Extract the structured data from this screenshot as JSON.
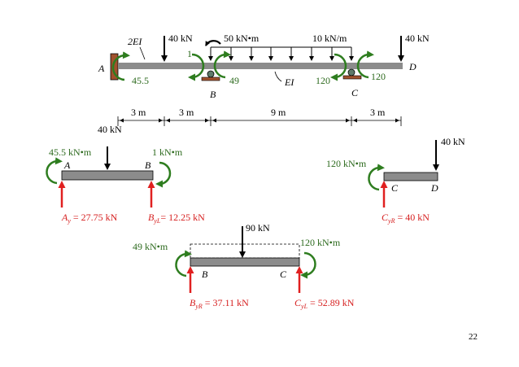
{
  "colors": {
    "beam": "#8c8c8c",
    "moment_green": "#2e7d1f",
    "reaction_red": "#e02020",
    "wall_brown": "#a0522d",
    "load_black": "#000000"
  },
  "top_beam": {
    "support_a": "A",
    "point_b": "B",
    "point_c": "C",
    "point_d": "D",
    "ei_left": "2EI",
    "ei_right": "EI",
    "load_left": "40 kN",
    "load_moment": "50 kN•m",
    "load_udl": "10 kN/m",
    "load_right": "40 kN",
    "fem_a": "45.5",
    "fem_b_left": "1",
    "fem_b_right": "49",
    "fem_c_left": "120",
    "fem_c_right": "120"
  },
  "dimensions": [
    "3 m",
    "3 m",
    "9 m",
    "3 m"
  ],
  "fbd_ab": {
    "load": "40 kN",
    "moment_a": "45.5 kN•m",
    "moment_b": "1 kN•m",
    "label_a": "A",
    "label_b": "B",
    "reaction_a_sym": "A",
    "reaction_a_sub": "y",
    "reaction_a_val": " = 27.75  kN",
    "reaction_b_sym": "B",
    "reaction_b_sub": "yL",
    "reaction_b_val": "= 12.25 kN"
  },
  "fbd_cd": {
    "load": "40 kN",
    "moment_c": "120 kN•m",
    "label_c": "C",
    "label_d": "D",
    "reaction_c_sym": "C",
    "reaction_c_sub": "yR",
    "reaction_c_val": " = 40 kN"
  },
  "fbd_bc": {
    "load": "90 kN",
    "moment_b": "49 kN•m",
    "moment_c": "120 kN•m",
    "label_b": "B",
    "label_c": "C",
    "reaction_b_sym": "B",
    "reaction_b_sub": "yR",
    "reaction_b_val": " = 37.11 kN",
    "reaction_c_sym": "C",
    "reaction_c_sub": "yL",
    "reaction_c_val": " = 52.89 kN"
  },
  "page_number": "22"
}
